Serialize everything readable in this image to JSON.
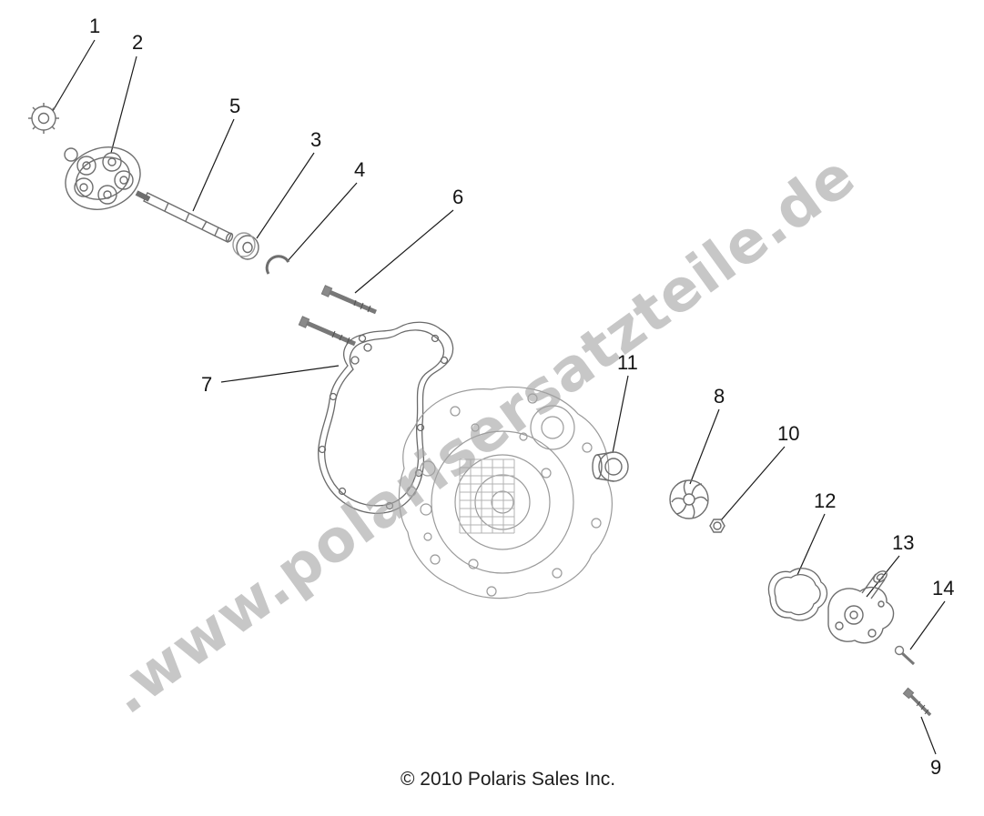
{
  "page": {
    "watermark": ".www.polarisersatzteile.de",
    "copyright": "© 2010 Polaris Sales Inc."
  },
  "diagram": {
    "description": "Exploded parts view of engine oil pump, crankcase cover gasket and water pump with numbered callouts"
  },
  "callouts": [
    {
      "label": "1"
    },
    {
      "label": "2"
    },
    {
      "label": "3"
    },
    {
      "label": "4"
    },
    {
      "label": "5"
    },
    {
      "label": "6"
    },
    {
      "label": "7"
    },
    {
      "label": "8"
    },
    {
      "label": "9"
    },
    {
      "label": "10"
    },
    {
      "label": "11"
    },
    {
      "label": "12"
    },
    {
      "label": "13"
    },
    {
      "label": "14"
    }
  ]
}
